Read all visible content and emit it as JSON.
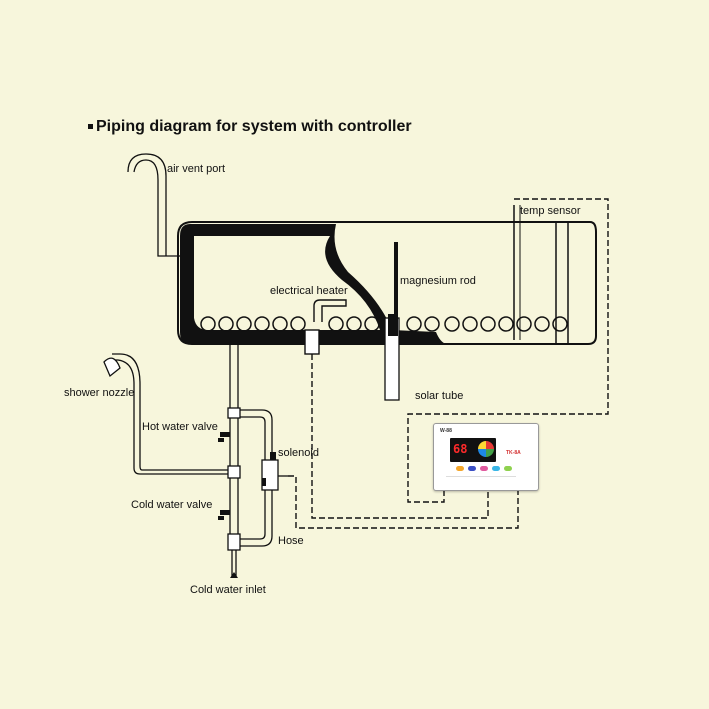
{
  "title": "Piping diagram for system with controller",
  "labels": {
    "air_vent_port": "air vent port",
    "temp_sensor": "temp sensor",
    "electrical_heater": "electrical heater",
    "magnesium_rod": "magnesium rod",
    "shower_nozzle": "shower nozzle",
    "solar_tube": "solar tube",
    "hot_water_valve": "Hot water valve",
    "solenoid": "solenoid",
    "cold_water_valve": "Cold water valve",
    "hose": "Hose",
    "cold_water_inlet": "Cold water inlet"
  },
  "controller": {
    "brand": "W-88",
    "temperature": "68",
    "model": "TK-8A"
  },
  "colors": {
    "background": "#f7f6dc",
    "line": "#111111"
  }
}
